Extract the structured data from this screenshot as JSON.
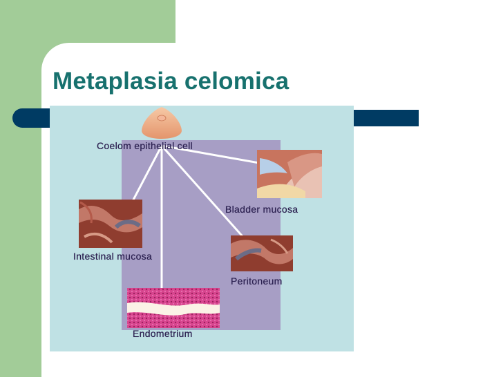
{
  "slide": {
    "title": "Metaplasia celomica"
  },
  "diagram": {
    "center_label": "Coelom epithelial cell",
    "targets": [
      {
        "label": "Bladder mucosa"
      },
      {
        "label": "Intestinal mucosa"
      },
      {
        "label": "Peritoneum"
      },
      {
        "label": "Endometrium"
      }
    ]
  },
  "colors": {
    "green_panel": "#a2cc98",
    "title": "#17716e",
    "navy_bar": "#003b63",
    "figure_bg": "#bfe1e4",
    "figure_panel": "#a79ec5"
  }
}
